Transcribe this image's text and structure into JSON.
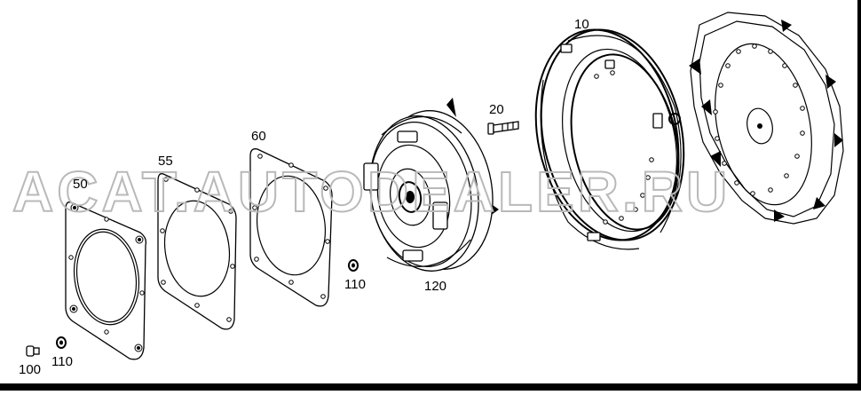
{
  "diagram": {
    "watermark": "ACAT.AUTODEALER.RU",
    "parts": [
      {
        "id": "p10",
        "label": "10",
        "name": "Converter housing"
      },
      {
        "id": "p20",
        "label": "20",
        "name": "Bolt"
      },
      {
        "id": "p50",
        "label": "50",
        "name": "Cover plate"
      },
      {
        "id": "p55",
        "label": "55",
        "name": "Gasket"
      },
      {
        "id": "p60",
        "label": "60",
        "name": "Gasket"
      },
      {
        "id": "p100",
        "label": "100",
        "name": "Screw"
      },
      {
        "id": "p110a",
        "label": "110",
        "name": "Washer"
      },
      {
        "id": "p110b",
        "label": "110",
        "name": "Washer"
      },
      {
        "id": "p120",
        "label": "120",
        "name": "Torque converter"
      }
    ]
  }
}
